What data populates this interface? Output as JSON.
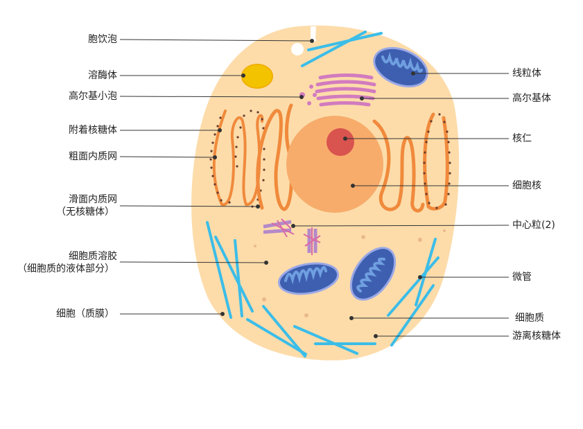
{
  "labels": {
    "left": [
      "胞饮泡",
      "溶酶体",
      "高尔基小泡",
      "附着核糖体",
      "粗面内质网",
      "滑面内质网",
      "（无核糖体）",
      "细胞质溶胶",
      "（细胞质的液体部分）",
      "细胞（质膜）"
    ],
    "right": [
      "线粒体",
      "高尔基体",
      "核仁",
      "细胞核",
      "中心粒(2)",
      "微管",
      "细胞质",
      "游离核糖体"
    ]
  },
  "colors": {
    "cytoplasm": "#fddcaa",
    "nucleus": "#f7ac6b",
    "nucleolus": "#d9534f",
    "er": "#f08a3c",
    "ribosome": "#6b3a2a",
    "mito_outer": "#3e5fb0",
    "mito_inner": "#6f9fe0",
    "golgi": "#d27bbf",
    "lysosome": "#f4c300",
    "microtubule": "#3bbde8",
    "leader": "#333333"
  }
}
